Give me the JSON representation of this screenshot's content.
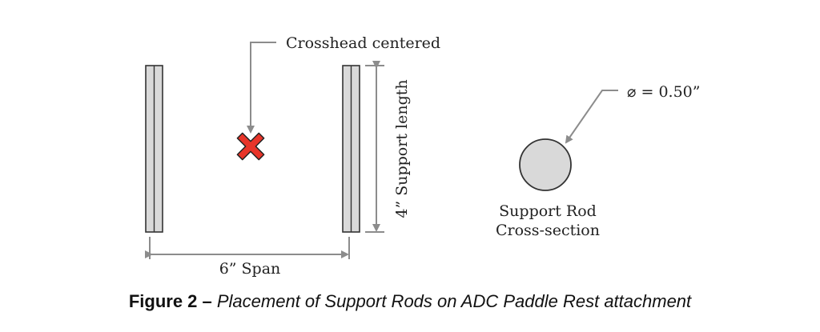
{
  "diagram": {
    "crosshead_label": "Crosshead centered",
    "support_length_label": "4” Support length",
    "span_label": "6” Span",
    "diameter_label": "⌀ = 0.50”",
    "cross_section_label_line1": "Support Rod",
    "cross_section_label_line2": "Cross-section",
    "marker_icon": "x-mark-icon",
    "colors": {
      "rod_fill": "#d9d9d9",
      "rod_stroke": "#333333",
      "dimension_line": "#8c8c8c",
      "marker_fill": "#e8352a",
      "marker_stroke": "#222222"
    }
  },
  "caption": {
    "label": "Figure 2 –",
    "text": "Placement of Support Rods on ADC Paddle Rest attachment"
  }
}
